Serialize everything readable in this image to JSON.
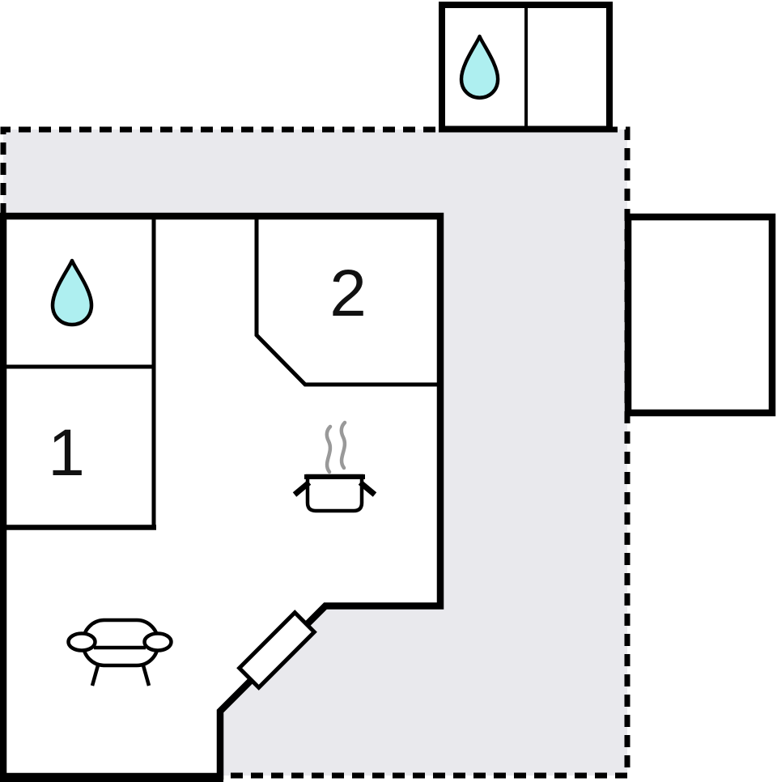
{
  "plan": {
    "kind": "vacation-home-floor-plan",
    "rooms": [
      {
        "label": "1"
      },
      {
        "label": "2"
      }
    ],
    "icons": [
      {
        "name": "water-drop-icon",
        "count": 2
      },
      {
        "name": "cooking-pot-icon",
        "count": 1
      },
      {
        "name": "steam-icon",
        "count": 1
      },
      {
        "name": "sofa-icon",
        "count": 1
      },
      {
        "name": "door-icon",
        "count": 1
      }
    ],
    "colors": {
      "wall": "#000000",
      "terrace_fill": "#e9e9ed",
      "water_fill": "#aeeff0",
      "steam": "#999999",
      "background": "#ffffff"
    }
  }
}
